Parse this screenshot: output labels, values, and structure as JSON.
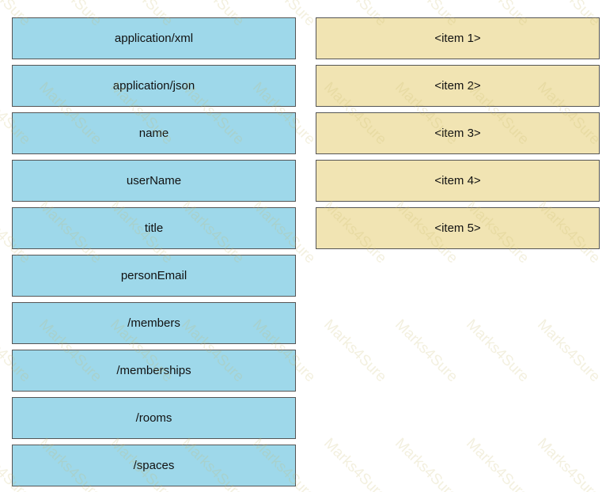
{
  "colors": {
    "source_tile": "#9ed8ea",
    "target_tile": "#f1e4b3",
    "border": "#555555"
  },
  "options": [
    "application/xml",
    "application/json",
    "name",
    "userName",
    "title",
    "personEmail",
    "/members",
    "/memberships",
    "/rooms",
    "/spaces"
  ],
  "targets": [
    "<item 1>",
    "<item 2>",
    "<item 3>",
    "<item 4>",
    "<item 5>"
  ],
  "watermark_text": "Marks4Sure"
}
